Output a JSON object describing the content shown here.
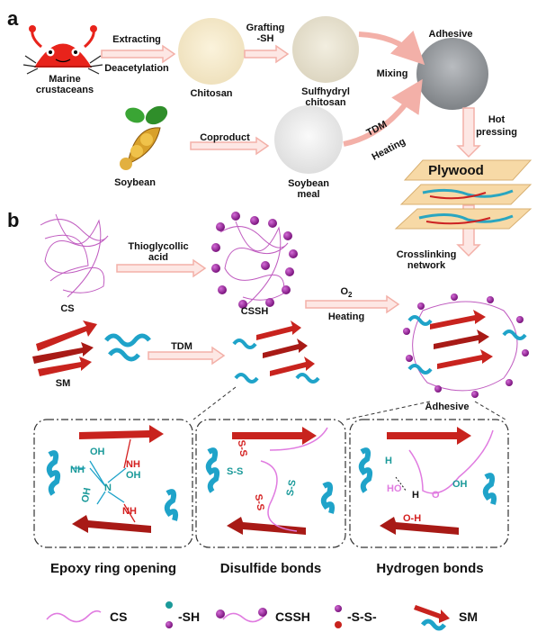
{
  "panel_a": {
    "letter": "a",
    "marine_crustaceans": "Marine",
    "marine_crustaceans_2": "crustaceans",
    "extracting": "Extracting",
    "deacetylation": "Deacetylation",
    "chitosan": "Chitosan",
    "grafting": "Grafting",
    "grafting_sh": "-SH",
    "sulfhydryl": "Sulfhydryl",
    "sulfhydryl_chitosan": "chitosan",
    "adhesive": "Adhesive",
    "mixing": "Mixing",
    "hot": "Hot",
    "pressing": "pressing",
    "tdm": "TDM",
    "heating": "Heating",
    "coproduct": "Coproduct",
    "soybean": "Soybean",
    "soybean_meal": "Soybean",
    "soybean_meal_2": "meal",
    "plywood": "Plywood"
  },
  "panel_b": {
    "letter": "b",
    "thioglycollic": "Thioglycollic",
    "acid": "acid",
    "cs": "CS",
    "cssh": "CSSH",
    "crosslinking": "Crosslinking",
    "network": "network",
    "o2_o": "O",
    "o2_sub": "2",
    "heating": "Heating",
    "tdm": "TDM",
    "sm": "SM",
    "adhesive": "Adhesive"
  },
  "details": {
    "epoxy": {
      "oh1": "OH",
      "nh": "NH",
      "nh_red1": "NH",
      "oh2": "OH",
      "n": "N",
      "oh3": "OH",
      "nh_red2": "NH"
    },
    "disulfide": {
      "ss1": "S-S",
      "ss2": "S-S",
      "ss3": "S-S",
      "ss4": "S-S"
    },
    "hydrogen": {
      "h": "H",
      "ho": "HO",
      "h2": "H",
      "o": "O",
      "oh": "OH",
      "o_h": "O-H"
    }
  },
  "titles": {
    "epoxy": "Epoxy ring opening",
    "disulfide": "Disulfide bonds",
    "hydrogen": "Hydrogen bonds"
  },
  "legend": {
    "cs": "CS",
    "sh": "-SH",
    "cssh": "CSSH",
    "ss": "-S-S-",
    "sm": "SM"
  },
  "colors": {
    "arrow_fill": "#fde7e4",
    "arrow_stroke": "#f3b0a8",
    "cs_chain": "#e07be0",
    "thiol_ball": "#9b2a9e",
    "sm_sheet": "#c8231e",
    "sm_helix": "#1fa3c9",
    "plywood": "#f7d9a6"
  }
}
